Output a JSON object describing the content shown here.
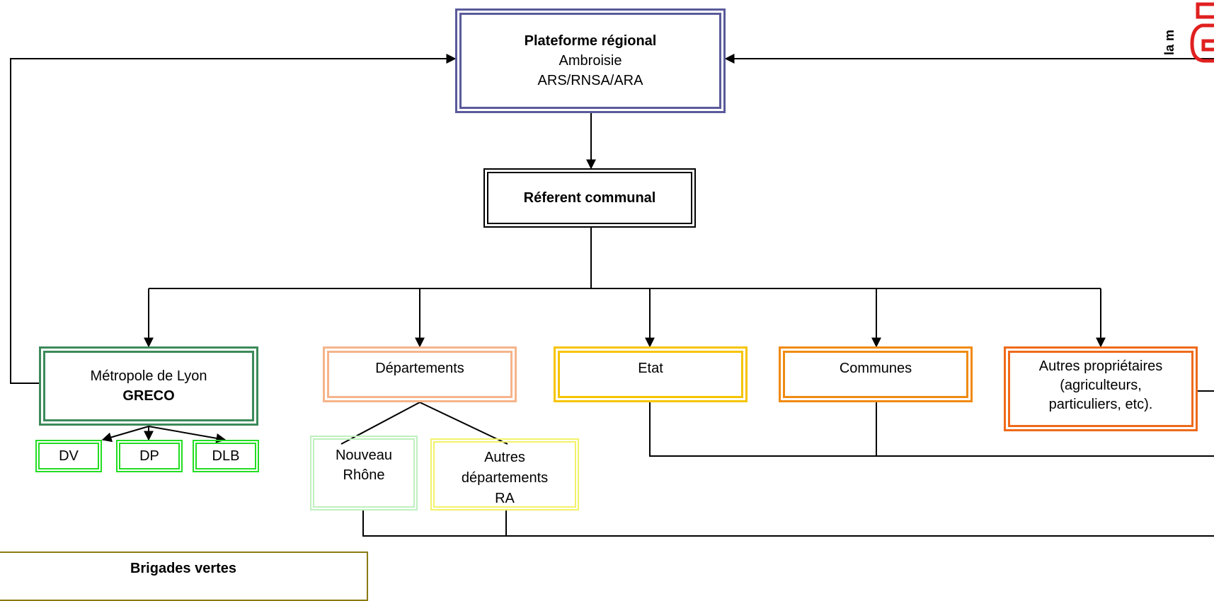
{
  "platform": {
    "title": "Plateforme régional",
    "line2": "Ambroisie",
    "line3": "ARS/RNSA/ARA"
  },
  "referent": {
    "title": "Réferent communal"
  },
  "metropole": {
    "line1": "Métropole de Lyon",
    "line2": "GRECO"
  },
  "subs": [
    "DV",
    "DP",
    "DLB"
  ],
  "departements": {
    "label": "Départements"
  },
  "nouveau_rhone": {
    "line1": "Nouveau",
    "line2": "Rhône"
  },
  "autres_departements": {
    "line1": "Autres",
    "line2": "départements",
    "line3": "RA"
  },
  "etat": {
    "label": "Etat"
  },
  "communes": {
    "label": "Communes"
  },
  "autres_proprietaires": {
    "line1": "Autres propriétaires",
    "line2": "(agriculteurs,",
    "line3": "particuliers, etc)."
  },
  "brigades": {
    "title": "Brigades vertes"
  },
  "brand": {
    "text": "la m"
  },
  "colors": {
    "platform": "#5a5a9a",
    "referent": "#000000",
    "metropole": "#3c8a5a",
    "subs": "#22dd22",
    "departements": "#f6b48a",
    "nouveau_rhone": "#bff0bf",
    "autres_departements": "#f2f26a",
    "etat": "#f6c400",
    "communes": "#f08a12",
    "autres_proprietaires": "#ef6a1a",
    "brigades": "#8a7a10",
    "brand": "#e02020"
  }
}
